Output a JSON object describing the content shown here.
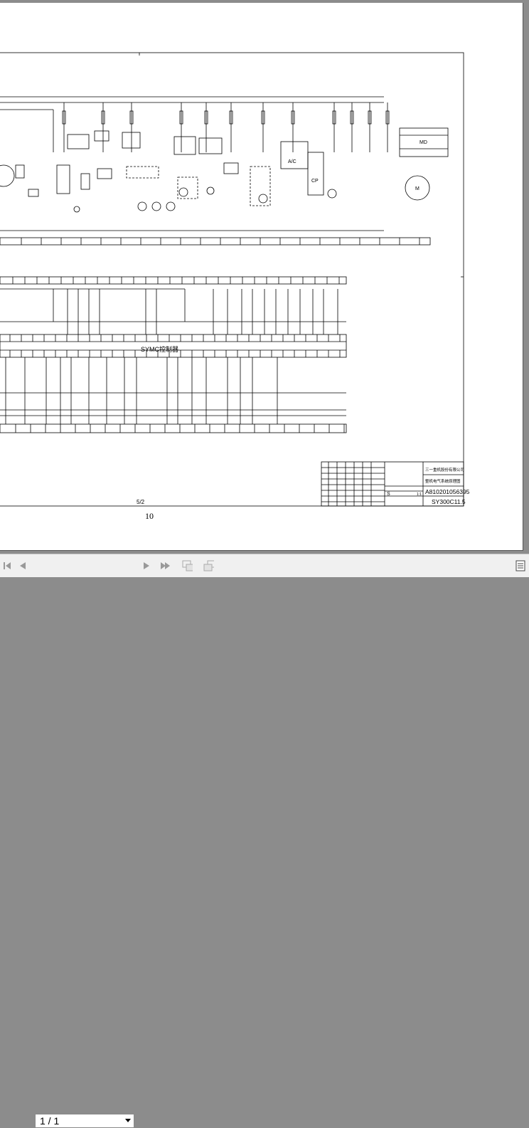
{
  "document": {
    "page_number": "10",
    "sheet_mark": "5/2"
  },
  "schematic": {
    "center_label": "SYMC控制器",
    "module_label": "MD",
    "ac_label": "A/C",
    "cp_label": "CP",
    "motor_label": "M"
  },
  "title_block": {
    "company": "三一重机股份有限公司",
    "drawing_name": "整机电气系统原理图",
    "drawing_code": "A810201056395",
    "model": "SY300C11.5",
    "sheet_letter": "S",
    "sheet_ratio": "1:1"
  },
  "toolbar": {
    "page_selector_value": "1 / 1",
    "icons": [
      "first-page-icon",
      "previous-page-icon",
      "next-page-icon",
      "last-page-icon",
      "rotate-page-icon",
      "fit-page-icon",
      "thumbnail-panel-icon"
    ]
  }
}
